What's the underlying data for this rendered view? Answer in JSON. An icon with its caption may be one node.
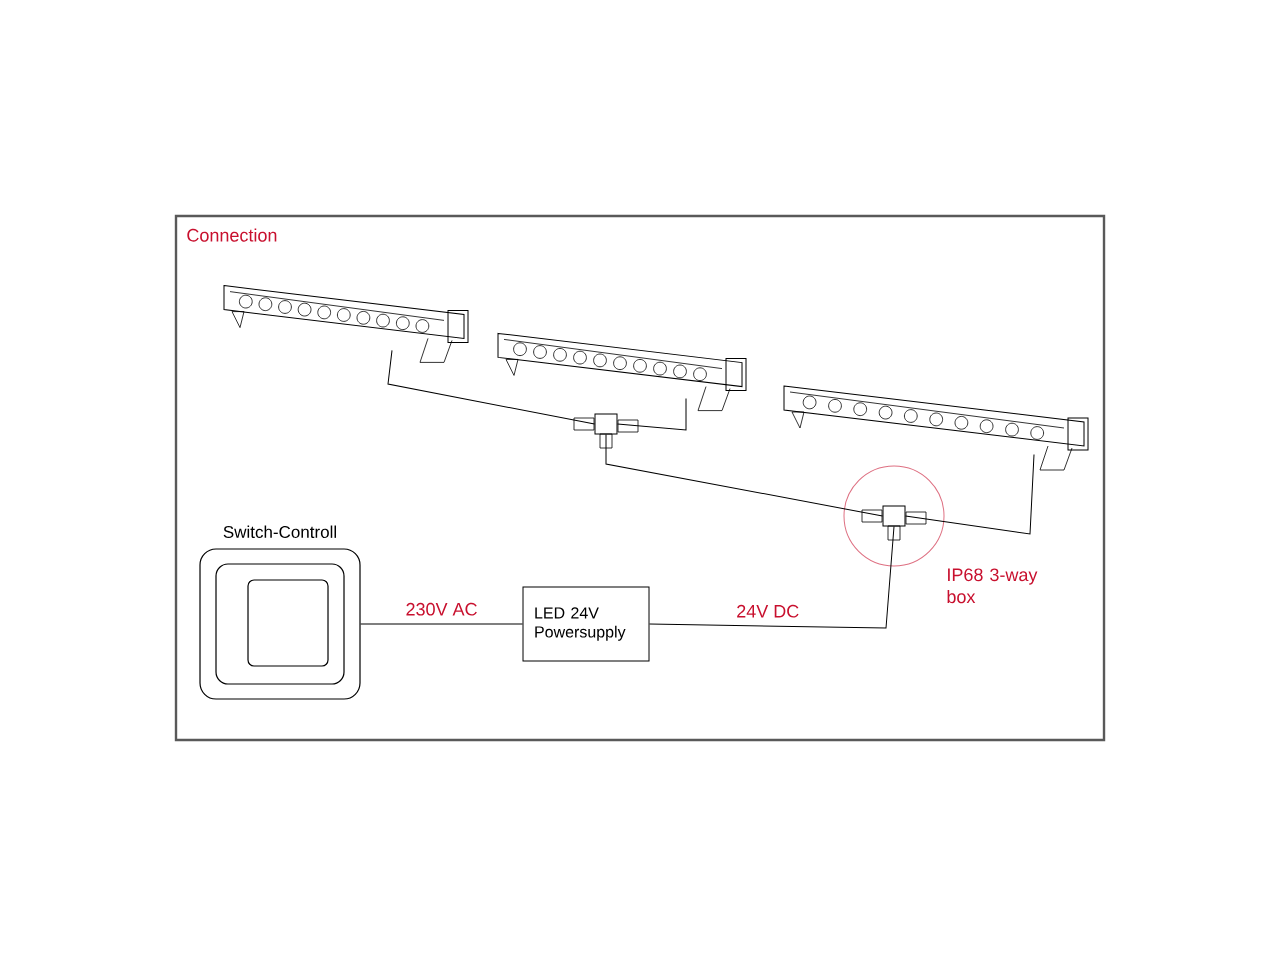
{
  "diagram": {
    "title": "Connection",
    "nodes": [
      {
        "text": [],
        "shape": "picture"
      },
      {
        "text": [],
        "shape": "picture"
      },
      {
        "text": [],
        "shape": "picture"
      },
      {
        "text": [],
        "shape": "box"
      },
      {
        "text": [],
        "shape": "box",
        "beside": [
          "IP68 3-way box"
        ]
      },
      {
        "text": [
          "Switch-Controll"
        ]
      },
      {
        "text": [
          "LED 24V Powersupply"
        ]
      }
    ],
    "edges": [
      {
        "from": 0,
        "to": 3,
        "arrow": "none"
      },
      {
        "from": 1,
        "to": 3,
        "arrow": "none"
      },
      {
        "from": 3,
        "to": 4,
        "arrow": "none"
      },
      {
        "from": 2,
        "to": 4,
        "arrow": "none"
      },
      {
        "from": 5,
        "to": 6,
        "arrow": "none",
        "label": "230V AC"
      },
      {
        "from": 6,
        "to": 4,
        "arrow": "none",
        "label": "24V DC"
      }
    ]
  }
}
